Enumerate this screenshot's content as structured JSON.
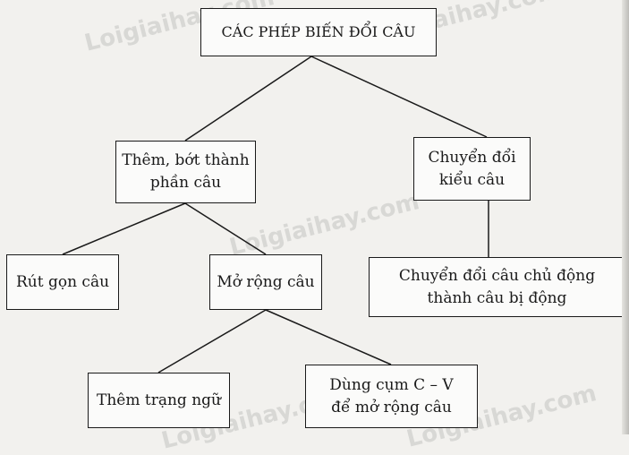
{
  "diagram": {
    "root": "CÁC PHÉP BIẾN ĐỔI CÂU",
    "add_remove": "Thêm, bớt thành phần câu",
    "convert_type": "Chuyển đổi kiểu câu",
    "shorten": "Rút gọn câu",
    "expand": "Mở rộng câu",
    "active_to_passive": "Chuyển đổi câu chủ động thành câu bị động",
    "add_adverbial": "Thêm trạng ngữ",
    "use_sv_phrase": "Dùng cụm C – V để mở rộng câu"
  },
  "watermark": "Loigiaihay.com",
  "colors": {
    "line": "#1a1a1a",
    "box_border": "#1a1a1a",
    "background": "#f2f1ee"
  }
}
